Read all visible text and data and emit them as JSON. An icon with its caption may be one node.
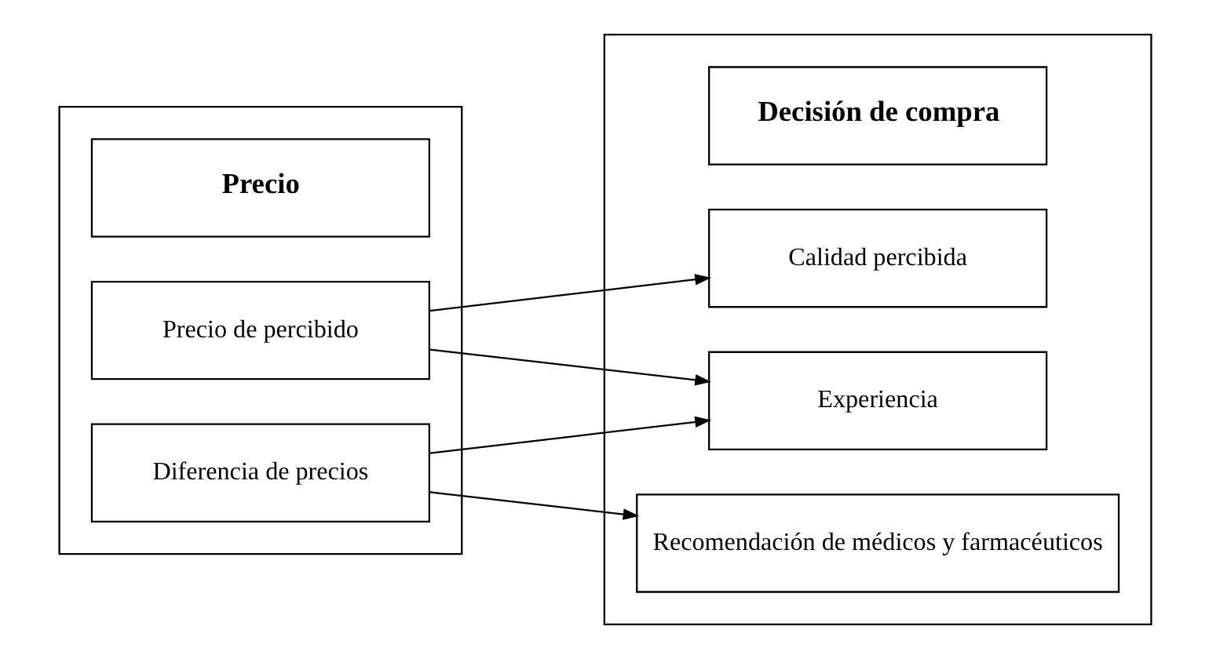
{
  "diagram": {
    "nodes": [
      {
        "text": [],
        "shape": "box"
      },
      {
        "text": [
          "Precio"
        ],
        "in": 0
      },
      {
        "text": [
          "Precio de percibido"
        ],
        "in": 0
      },
      {
        "text": [
          "Diferencia de precios"
        ],
        "in": 0
      },
      {
        "text": [],
        "shape": "box"
      },
      {
        "text": [
          "Decisión de compra"
        ],
        "in": 4
      },
      {
        "text": [
          "Calidad percibida"
        ],
        "in": 4
      },
      {
        "text": [
          "Experiencia"
        ],
        "in": 4
      },
      {
        "text": [
          "Recomendación de médicos y farmacéuticos"
        ],
        "in": 4
      }
    ],
    "edges": [
      {
        "from": 2,
        "to": 6,
        "arrow": "to"
      },
      {
        "from": 2,
        "to": 7,
        "arrow": "to"
      },
      {
        "from": 3,
        "to": 7,
        "arrow": "to"
      },
      {
        "from": 3,
        "to": 8,
        "arrow": "to"
      }
    ]
  }
}
